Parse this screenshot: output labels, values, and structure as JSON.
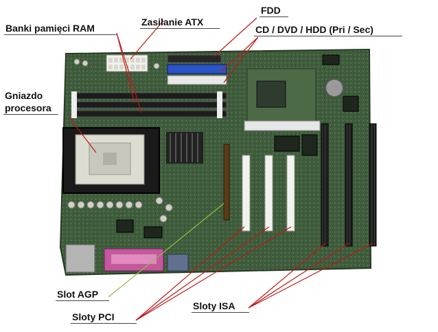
{
  "labels": {
    "fdd": "FDD",
    "atx": "Zasilanie ATX",
    "ram": "Banki pamięci RAM",
    "drives": "CD / DVD / HDD (Pri / Sec)",
    "cpu_line1": "Gniazdo",
    "cpu_line2": "procesora",
    "agp": "Slot AGP",
    "pci": "Sloty PCI",
    "isa": "Sloty ISA"
  },
  "colors": {
    "callout_line": "#c01818",
    "agp_line": "#90c040",
    "board": "#3c5a3a",
    "label_text": "#111111"
  }
}
